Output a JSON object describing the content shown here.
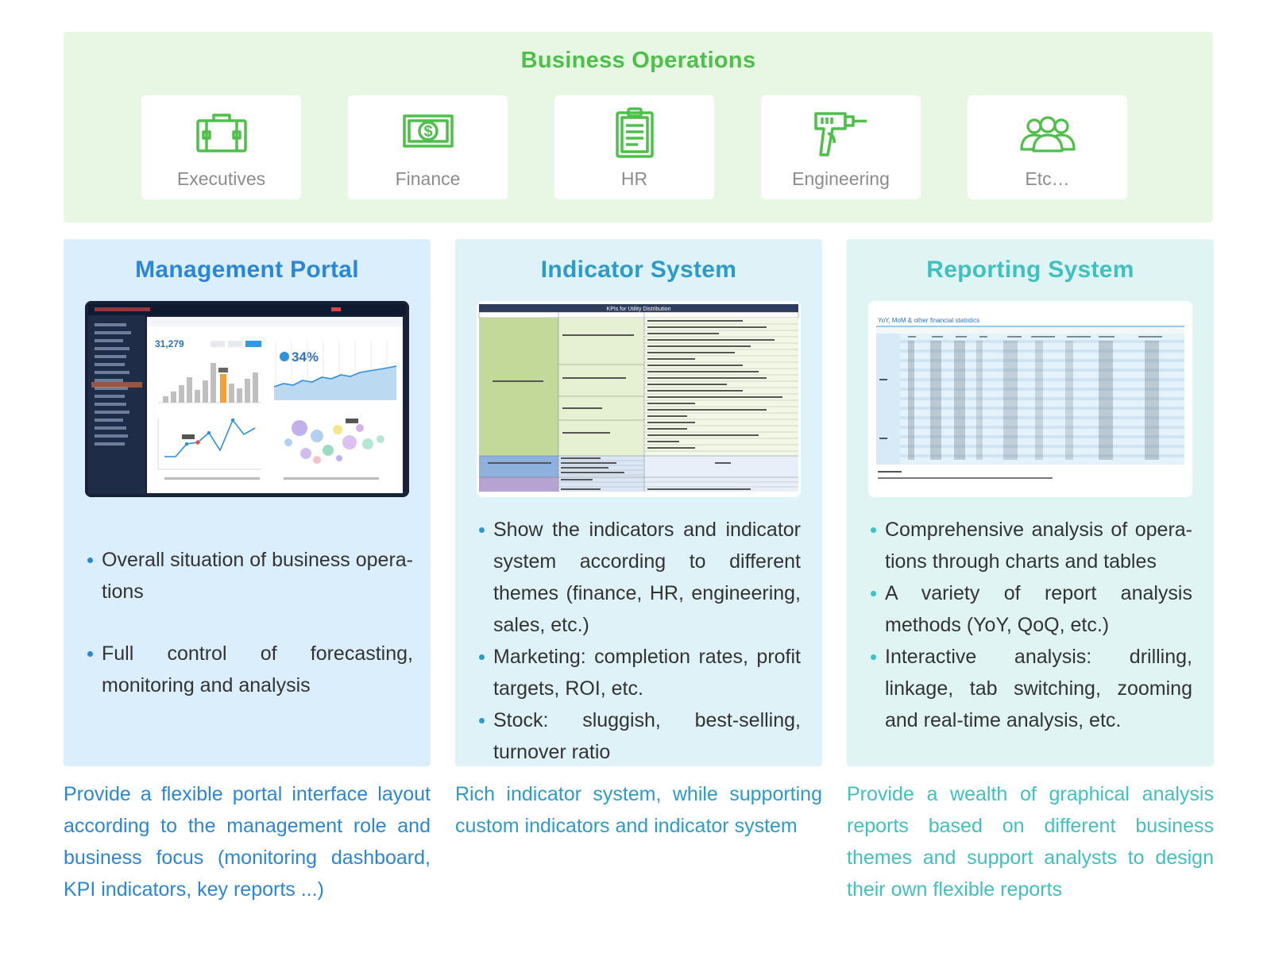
{
  "business": {
    "title": "Business Operations",
    "roles": [
      {
        "label": "Executives",
        "icon": "briefcase-icon"
      },
      {
        "label": "Finance",
        "icon": "dollar-bill-icon"
      },
      {
        "label": "HR",
        "icon": "clipboard-icon"
      },
      {
        "label": "Engineering",
        "icon": "drill-icon"
      },
      {
        "label": "Etc…",
        "icon": "people-group-icon"
      }
    ]
  },
  "columns": [
    {
      "title": "Management Portal",
      "thumb": {
        "kpi_value": "31,279",
        "kpi_percent": "34%"
      },
      "bullets": [
        "Overall situation of business opera-tions",
        "Full control of forecasting, monitoring and analysis"
      ],
      "caption": "Provide a flexible portal interface layout according to the management role and business focus (monitoring dashboard, KPI indicators, key reports ...)"
    },
    {
      "title": "Indicator System",
      "thumb": {
        "table_title": "KPIs for Utility Distribution"
      },
      "bullets": [
        "Show the indicators and indicator system according to different themes (finance, HR, engineering, sales, etc.)",
        "Marketing: completion rates, profit targets, ROI, etc.",
        "Stock: sluggish, best-selling, turnover ratio"
      ],
      "caption": "Rich indicator system, while supporting custom indicators and indicator system"
    },
    {
      "title": "Reporting System",
      "thumb": {
        "table_title": "YoY, MoM & other financial statistics"
      },
      "bullets": [
        "Comprehensive analysis of opera-tions through charts and tables",
        "A variety of report analysis methods (YoY, QoQ, etc.)",
        "Interactive analysis: drilling, linkage, tab switching, zooming and real-time analysis, etc."
      ],
      "caption": "Provide a wealth of graphical analysis reports based on different business themes and support analysts to design their own flexible reports"
    }
  ],
  "colors": {
    "green": "#4dbf4a",
    "blue": "#2a87d7",
    "mid_blue": "#2c9bc9",
    "teal": "#3ec1c0"
  }
}
